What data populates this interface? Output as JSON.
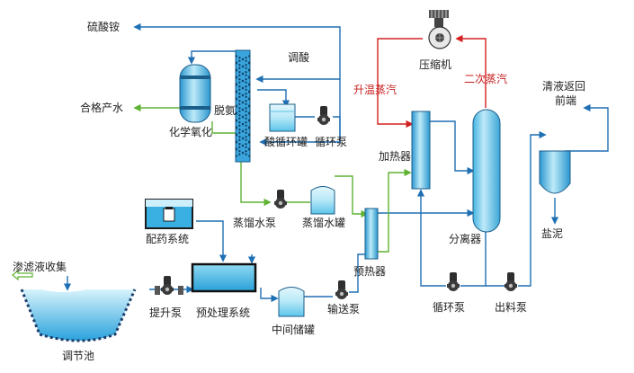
{
  "labels": {
    "ammonium_sulfate": "硫酸铵",
    "compressor": "压缩机",
    "acid_regulating": "调酸",
    "qualified_water": "合格产水",
    "deammonia": "脱氨",
    "chemical_oxidation": "化学氧化",
    "acid_tank": "酸循环罐",
    "circ_pump_top": "循环泵",
    "rising_steam": "升温蒸汽",
    "secondary_steam": "二次蒸汽",
    "clean_return": "清液返回",
    "front_end": "前端",
    "heater": "加热器",
    "separator": "分离器",
    "distill_pump": "蒸馏水泵",
    "distill_tank": "蒸馏水罐",
    "dosing": "配药系统",
    "leachate_collect": "渗滤液收集",
    "lift_pump": "提升泵",
    "pretreat": "预处理系统",
    "preheater": "预热器",
    "transfer_pump": "输送泵",
    "mid_tank": "中间储罐",
    "circ_pump_bottom": "循环泵",
    "discharge_pump": "出料泵",
    "salt_sludge": "盐泥",
    "reg_pond": "调节池"
  },
  "colors": {
    "pipe_main": "#1f6fb3",
    "pipe_green": "#5fb233",
    "pipe_red": "#d42020",
    "vessel_light": "#cfeffa",
    "vessel_mid": "#6ccbeb",
    "vessel_dark": "#1f8fc8",
    "pump": "#333333"
  }
}
